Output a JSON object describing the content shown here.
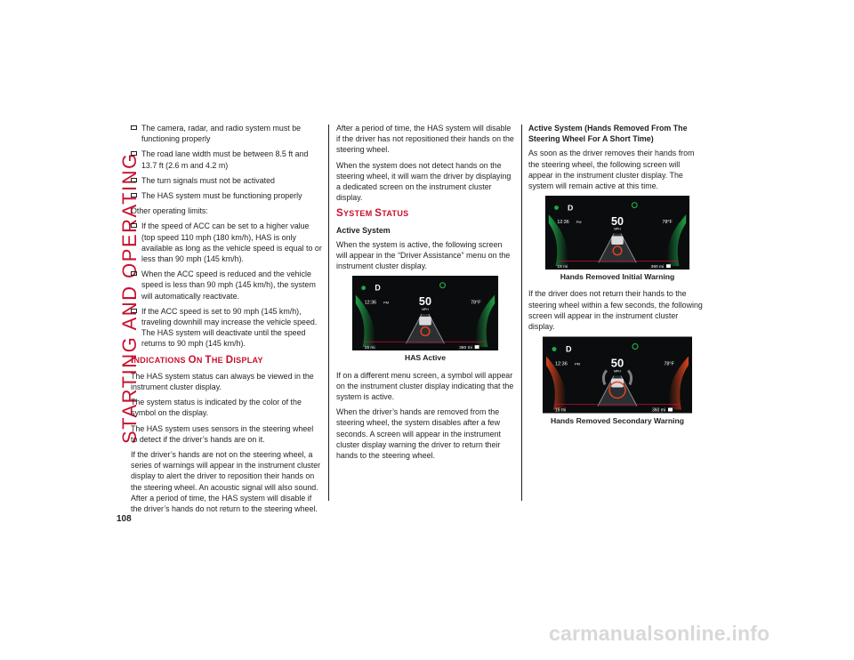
{
  "side_title": "STARTING AND OPERATING",
  "page_number": "108",
  "col1": {
    "bullets_a": [
      "The camera, radar, and radio system must be functioning properly",
      "The road lane width must be between 8.5 ft and 13.7 ft (2.6 m and 4.2 m)",
      "The turn signals must not be activated",
      "The HAS system must be functioning properly"
    ],
    "other_limits": "Other operating limits:",
    "bullets_b": [
      "If the speed of ACC can be set to a higher value (top speed 110 mph (180 km/h), HAS is only available as long as the vehicle speed is equal to or less than 90 mph (145 km/h).",
      "When the ACC speed is reduced and the vehicle speed is less than 90 mph (145 km/h), the system will automatically reactivate.",
      "If the ACC speed is set to 90 mph (145 km/h), traveling downhill may increase the vehicle speed. The HAS system will deactivate until the speed returns to 90 mph (145 km/h)."
    ],
    "heading_first": "I",
    "heading_rest1": "NDICATIONS ",
    "heading_mid": "O",
    "heading_rest2": "N ",
    "heading_the": "T",
    "heading_rest3": "HE ",
    "heading_d": "D",
    "heading_rest4": "ISPLAY",
    "paragraphs": [
      "The HAS system status can always be viewed in the instrument cluster display.",
      "The system status is indicated by the color of the symbol on the display.",
      "The HAS system uses sensors in the steering wheel to detect if the driver’s hands are on it.",
      "If the driver’s hands are not on the steering wheel, a series of warnings will appear in the instrument cluster display to alert the driver to reposition their hands on the steering wheel. An acoustic signal will also sound. After a period of time, the HAS system will disable if the driver’s hands do not return to the steering wheel."
    ]
  },
  "col2": {
    "p1": "After a period of time, the HAS system will disable if the driver has not repositioned their hands on the steering wheel.",
    "p2": "When the system does not detect hands on the steering wheel, it will warn the driver by displaying a dedicated screen on the instrument cluster display.",
    "heading_s": "S",
    "heading_ystem": "YSTEM ",
    "heading_s2": "S",
    "heading_tatus": "TATUS",
    "sub1": "Active System",
    "p3": "When the system is active, the following screen will appear in the “Driver Assistance” menu on the instrument cluster display.",
    "caption1": "HAS Active",
    "p4": "If on a different menu screen, a symbol will appear on the instrument cluster display indicating that the system is active.",
    "p5": "When the driver’s hands are removed from the steering wheel, the system disables after a few seconds. A screen will appear in the instrument cluster display warning the driver to return their hands to the steering wheel."
  },
  "col3": {
    "sub1": "Active System (Hands Removed From The Steering Wheel For A Short Time)",
    "p1": "As soon as the driver removes their hands from the steering wheel, the following screen will appear in the instrument cluster display. The system will remain active at this time.",
    "caption1": "Hands Removed Initial Warning",
    "p2": "If the driver does not return their hands to the steering wheel within a few seconds, the following screen will appear in the instrument cluster display.",
    "caption2": "Hands Removed Secondary Warning"
  },
  "cluster": {
    "gear": "D",
    "time": "12:36",
    "time_suffix": "PM",
    "speed": "50",
    "speed_unit": "MPH",
    "temp": "78°F",
    "trip": "16  mi",
    "range": "360 mi",
    "colors": {
      "green": "#1fa84a",
      "orange": "#e0461d",
      "screen": "#0a0c0e"
    }
  },
  "watermark": "carmanualsonline.info"
}
